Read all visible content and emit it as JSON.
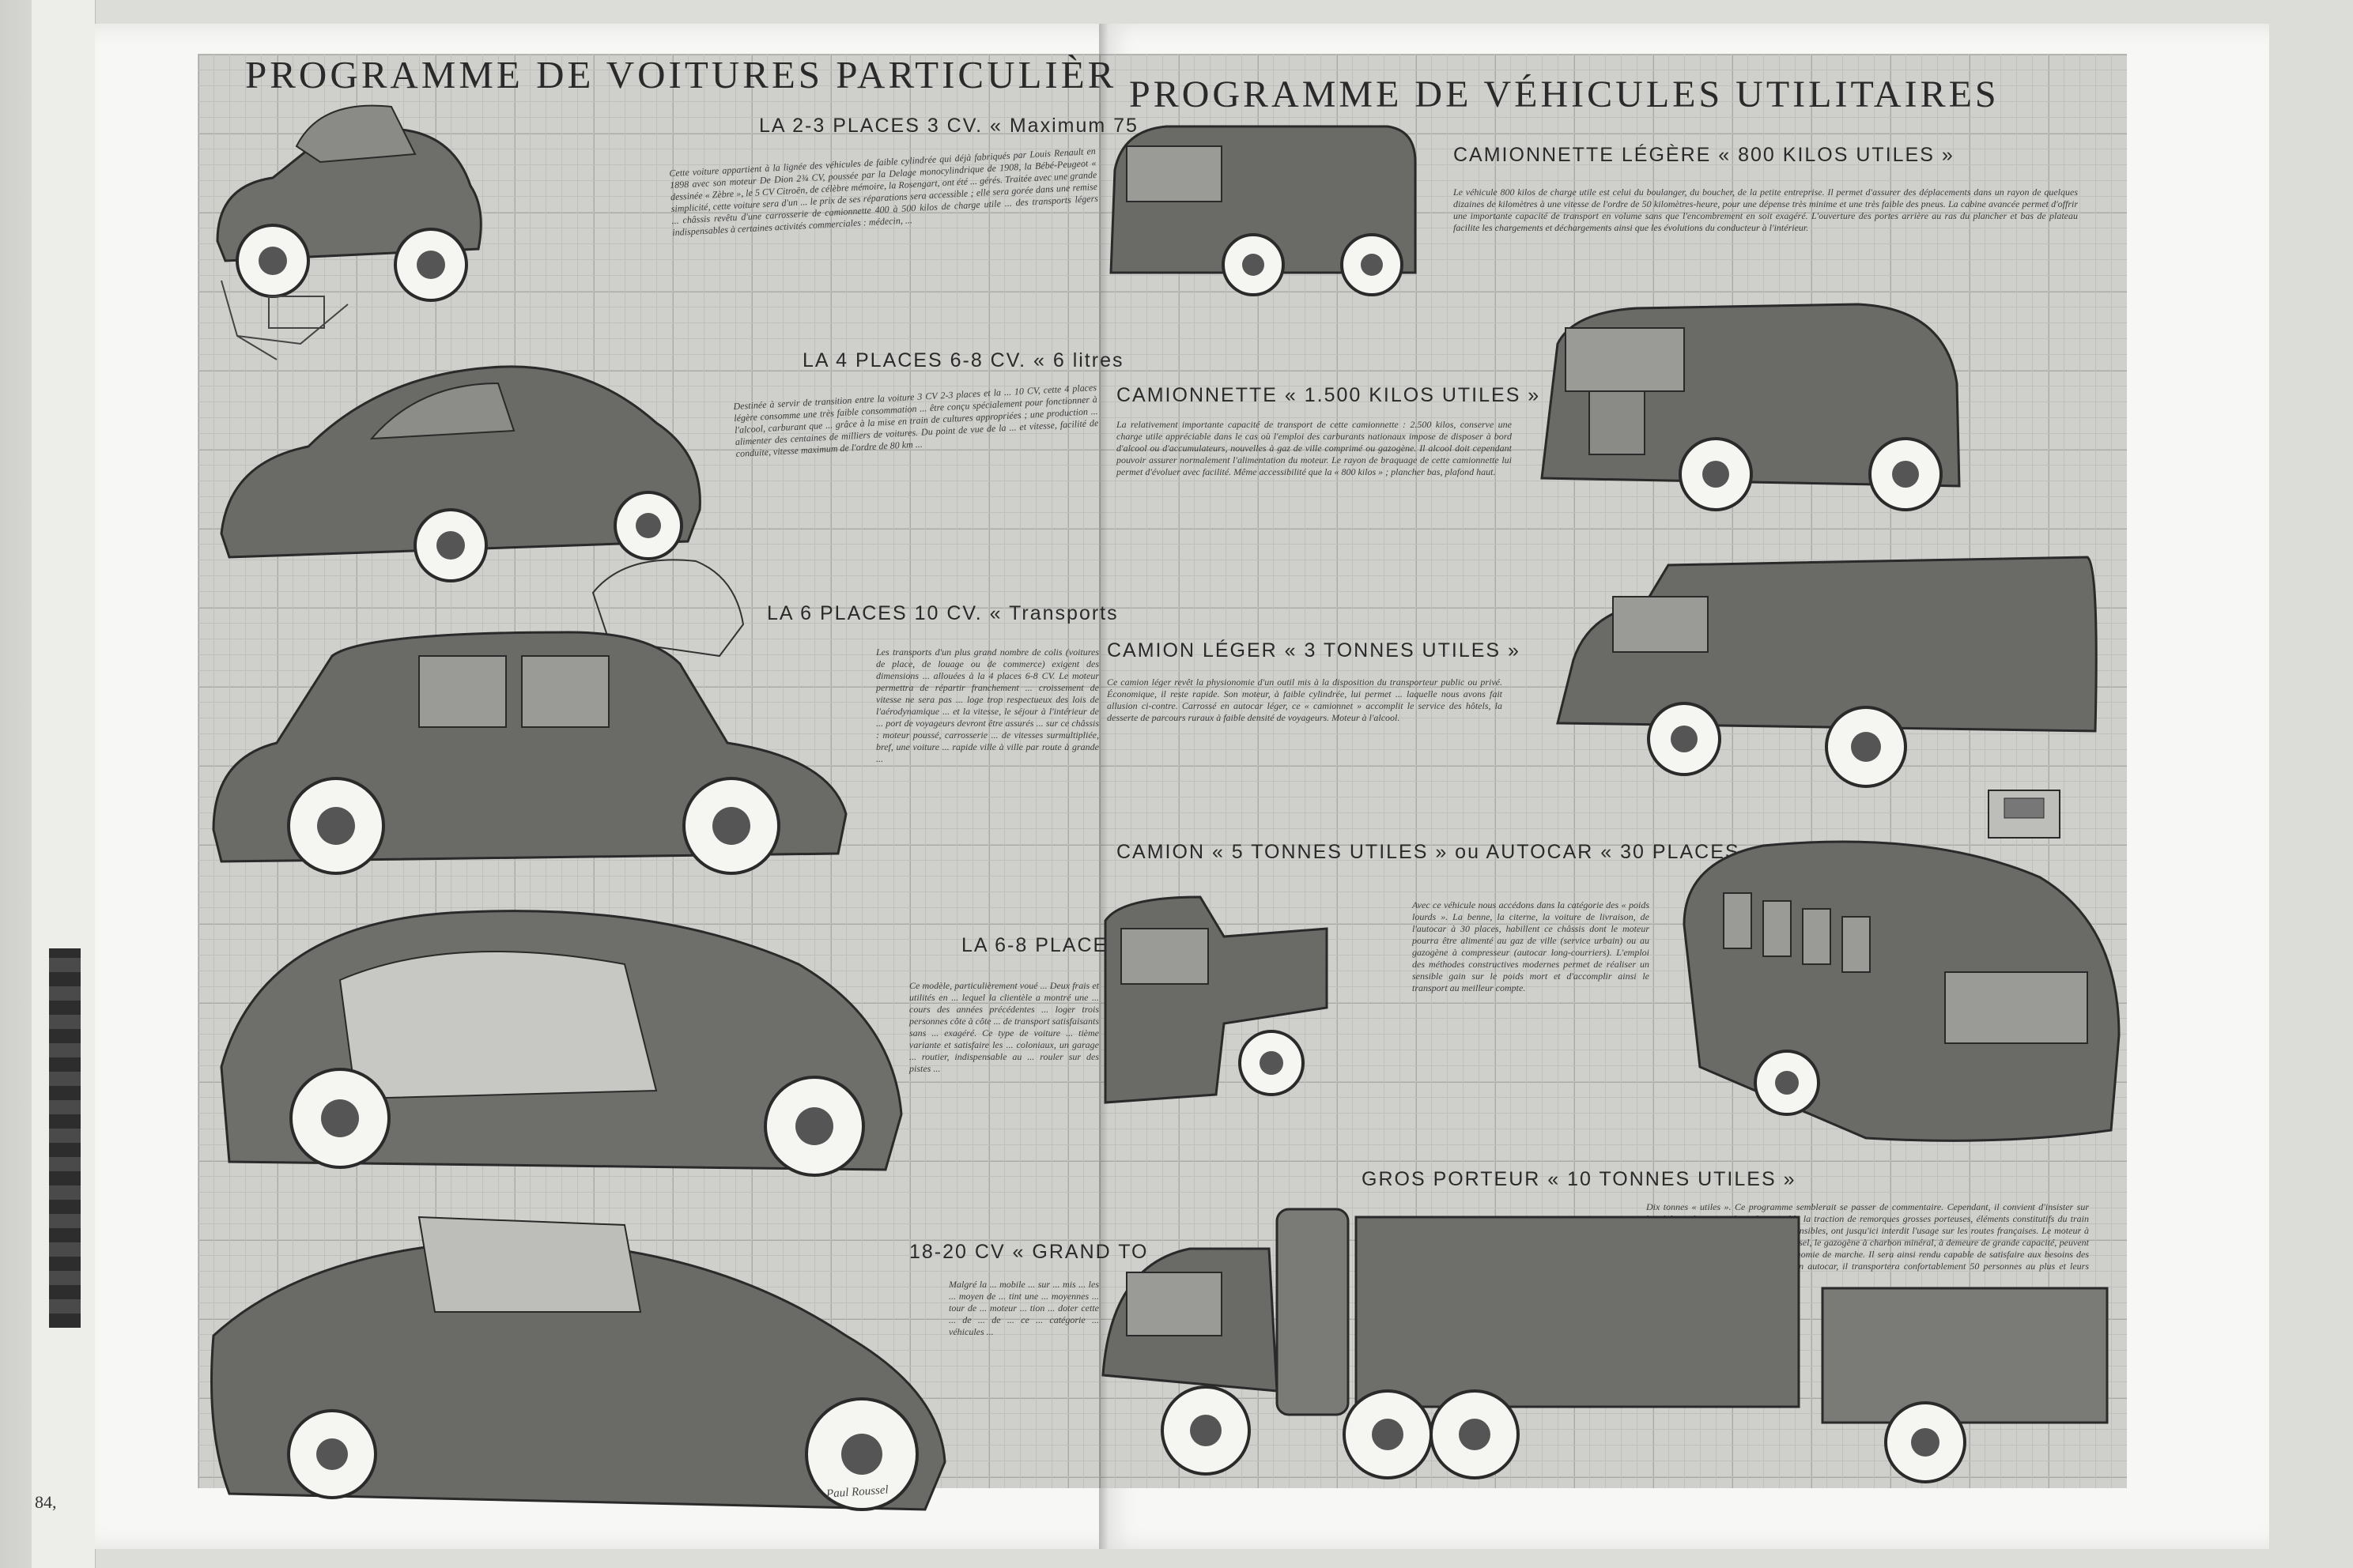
{
  "previous_page": {
    "page_number": "84,"
  },
  "left_page": {
    "title": "PROGRAMME DE VOITURES PARTICULIÈR",
    "sections": [
      {
        "heading": "LA 2-3 PLACES 3 CV. « Maximum 75",
        "text": "Cette voiture appartient à la lignée des véhicules de faible cylindrée qui déjà fabriqués par Louis Renault en 1898 avec son moteur De Dion 2¾ CV, poussée par la Delage monocylindrique de 1908, la Bébé-Peugeot « dessinée « Zèbre », le 5 CV Citroën, de célèbre mémoire, la Rosengart, ont été ... gérés. Traitée avec une grande simplicité, cette voiture sera d'un ... le prix de ses réparations sera accessible ; elle sera gorée dans une remise ... châssis revêtu d'une carrosserie de camionnette 400 à 500 kilos de charge utile ... des transports légers indispensables à certaines activités commerciales : médecin, ..."
      },
      {
        "heading": "LA 4 PLACES 6-8 CV. « 6 litres",
        "text": "Destinée à servir de transition entre la voiture 3 CV 2-3 places et la ... 10 CV, cette 4 places légère consomme une très faible consommation ... être conçu spécialement pour fonctionner à l'alcool, carburant que ... grâce à la mise en train de cultures appropriées ; une production ... alimenter des centaines de milliers de voitures. Du point de vue de la ... et vitesse, facilité de conduite, vitesse maximum de l'ordre de 80 km ..."
      },
      {
        "heading": "LA 6 PLACES 10 CV. « Transports",
        "text": "Les transports d'un plus grand nombre de colis (voitures de place, de louage ou de commerce) exigent des dimensions ... allouées à la 4 places 6-8 CV. Le moteur permettra de répartir franchement ... croissement de vitesse ne sera pas ... loge trop respectueux des lois de l'aérodynamique ... et la vitesse, le séjour à l'intérieur de ... port de voyageurs devront être assurés ... sur ce châssis : moteur poussé, carrosserie ... de vitesses surmultipliée, bref, une voiture ... rapide ville à ville par route à grande ..."
      },
      {
        "heading": "LA 6-8 PLACES",
        "text": "Ce modèle, particulièrement voué ... Deux frais et utilités en ... lequel la clientèle a montré une ... cours des années précédentes ... loger trois personnes côte à côte ... de transport satisfaisants sans ... exagéré. Ce type de voiture ... tième variante et satisfaire les ... coloniaux, un garage ... routier, indispensable au ... rouler sur des pistes ..."
      },
      {
        "heading": "18-20 CV « GRAND TO",
        "text": "Malgré la ... mobile ... sur ... mis ... les ... moyen de ... tint une ... moyennes ... tour de ... moteur ... tion ... doter cette ... de ... de ... ce ... catégorie ... véhicules ..."
      }
    ],
    "signature": "Paul Roussel"
  },
  "right_page": {
    "title": "PROGRAMME DE VÉHICULES UTILITAIRES",
    "sections": [
      {
        "heading": "CAMIONNETTE LÉGÈRE « 800 KILOS UTILES »",
        "text": "Le véhicule 800 kilos de charge utile est celui du boulanger, du boucher, de la petite entreprise. Il permet d'assurer des déplacements dans un rayon de quelques dizaines de kilomètres à une vitesse de l'ordre de 50 kilomètres-heure, pour une dépense très minime et une très faible des pneus. La cabine avancée permet d'offrir une importante capacité de transport en volume sans que l'encombrement en soit exagéré. L'ouverture des portes arrière au ras du plancher et bas de plateau facilite les chargements et déchargements ainsi que les évolutions du conducteur à l'intérieur."
      },
      {
        "heading": "CAMIONNETTE « 1.500 KILOS UTILES »",
        "text": "La relativement importante capacité de transport de cette camionnette : 2.500 kilos, conserve une charge utile appréciable dans le cas où l'emploi des carburants nationaux impose de disposer à bord d'alcool ou d'accumulateurs, nouvelles à gaz de ville comprimé ou gazogène. Il alcool doit cependant pouvoir assurer normalement l'alimentation du moteur. Le rayon de braquage de cette camionnette lui permet d'évoluer avec facilité. Même accessibilité que la « 800 kilos » ; plancher bas, plafond haut."
      },
      {
        "heading": "CAMION LÉGER « 3 TONNES UTILES »",
        "text": "Ce camion léger revêt la physionomie d'un outil mis à la disposition du transporteur public ou privé. Économique, il reste rapide. Son moteur, à faible cylindrée, lui permet ... laquelle nous avons fait allusion ci-contre. Carrossé en autocar léger, ce « camionnet » accomplit le service des hôtels, la desserte de parcours ruraux à faible densité de voyageurs. Moteur à l'alcool."
      },
      {
        "heading": "CAMION « 5 TONNES UTILES » ou AUTOCAR « 30 PLACES »",
        "text": "Avec ce véhicule nous accédons dans la catégorie des « poids lourds ». La benne, la citerne, la voiture de livraison, de l'autocar à 30 places, habillent ce châssis dont le moteur pourra être alimenté au gaz de ville (service urbain) ou au gazogène à compresseur (autocar long-courriers). L'emploi des méthodes constructives modernes permet de réaliser un sensible gain sur le poids mort et d'accomplir ainsi le transport au meilleur compte."
      },
      {
        "heading": "GROS PORTEUR « 10 TONNES UTILES »",
        "text": "Dix tonnes « utiles ». Ce programme semblerait se passer de commentaire. Cependant, il convient d'insister sur l'intérêt qu'il y aurait à rendre possible la traction de remorques grosses porteuses, éléments constitutifs du train routier dans les règlements incompréhensibles, ont jusqu'ici interdit l'usage sur les routes françaises. Le moteur à huile lourde du type Diesel ou semi-Diesel, le gazogène à charbon minéral, à demeure de grande capacité, peuvent assurer à ce véhicule une grande autonomie de marche. Il sera ainsi rendu capable de satisfaire aux besoins des transporteurs des lignes ... Carrossé en autocar, il transportera confortablement 50 personnes au plus et leurs bagages."
      }
    ]
  }
}
